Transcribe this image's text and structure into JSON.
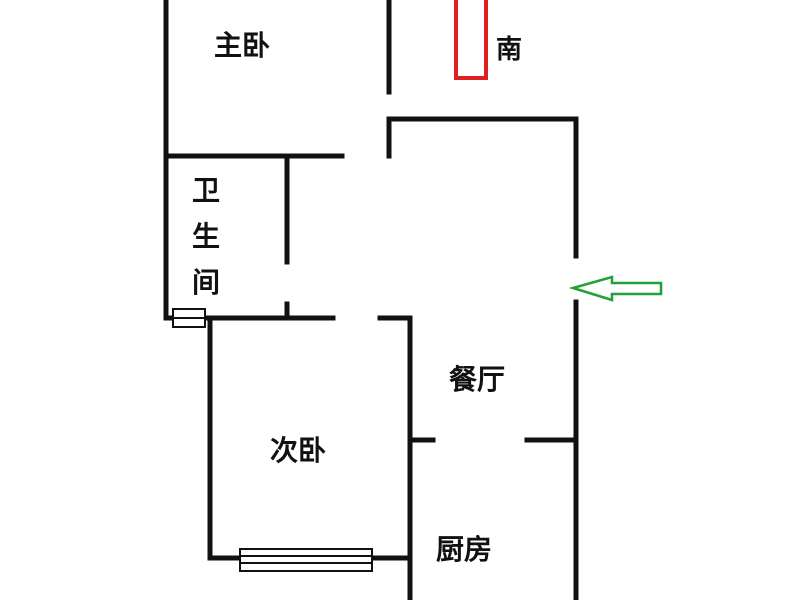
{
  "rooms": {
    "master_bedroom": "主卧",
    "bathroom": "卫生间",
    "second_bedroom": "次卧",
    "dining_room": "餐厅",
    "kitchen": "厨房"
  },
  "compass": {
    "south_label": "南",
    "marker_color": "#e02020"
  },
  "entrance_arrow": {
    "color": "#22a03a"
  },
  "wall_color": "#111111"
}
